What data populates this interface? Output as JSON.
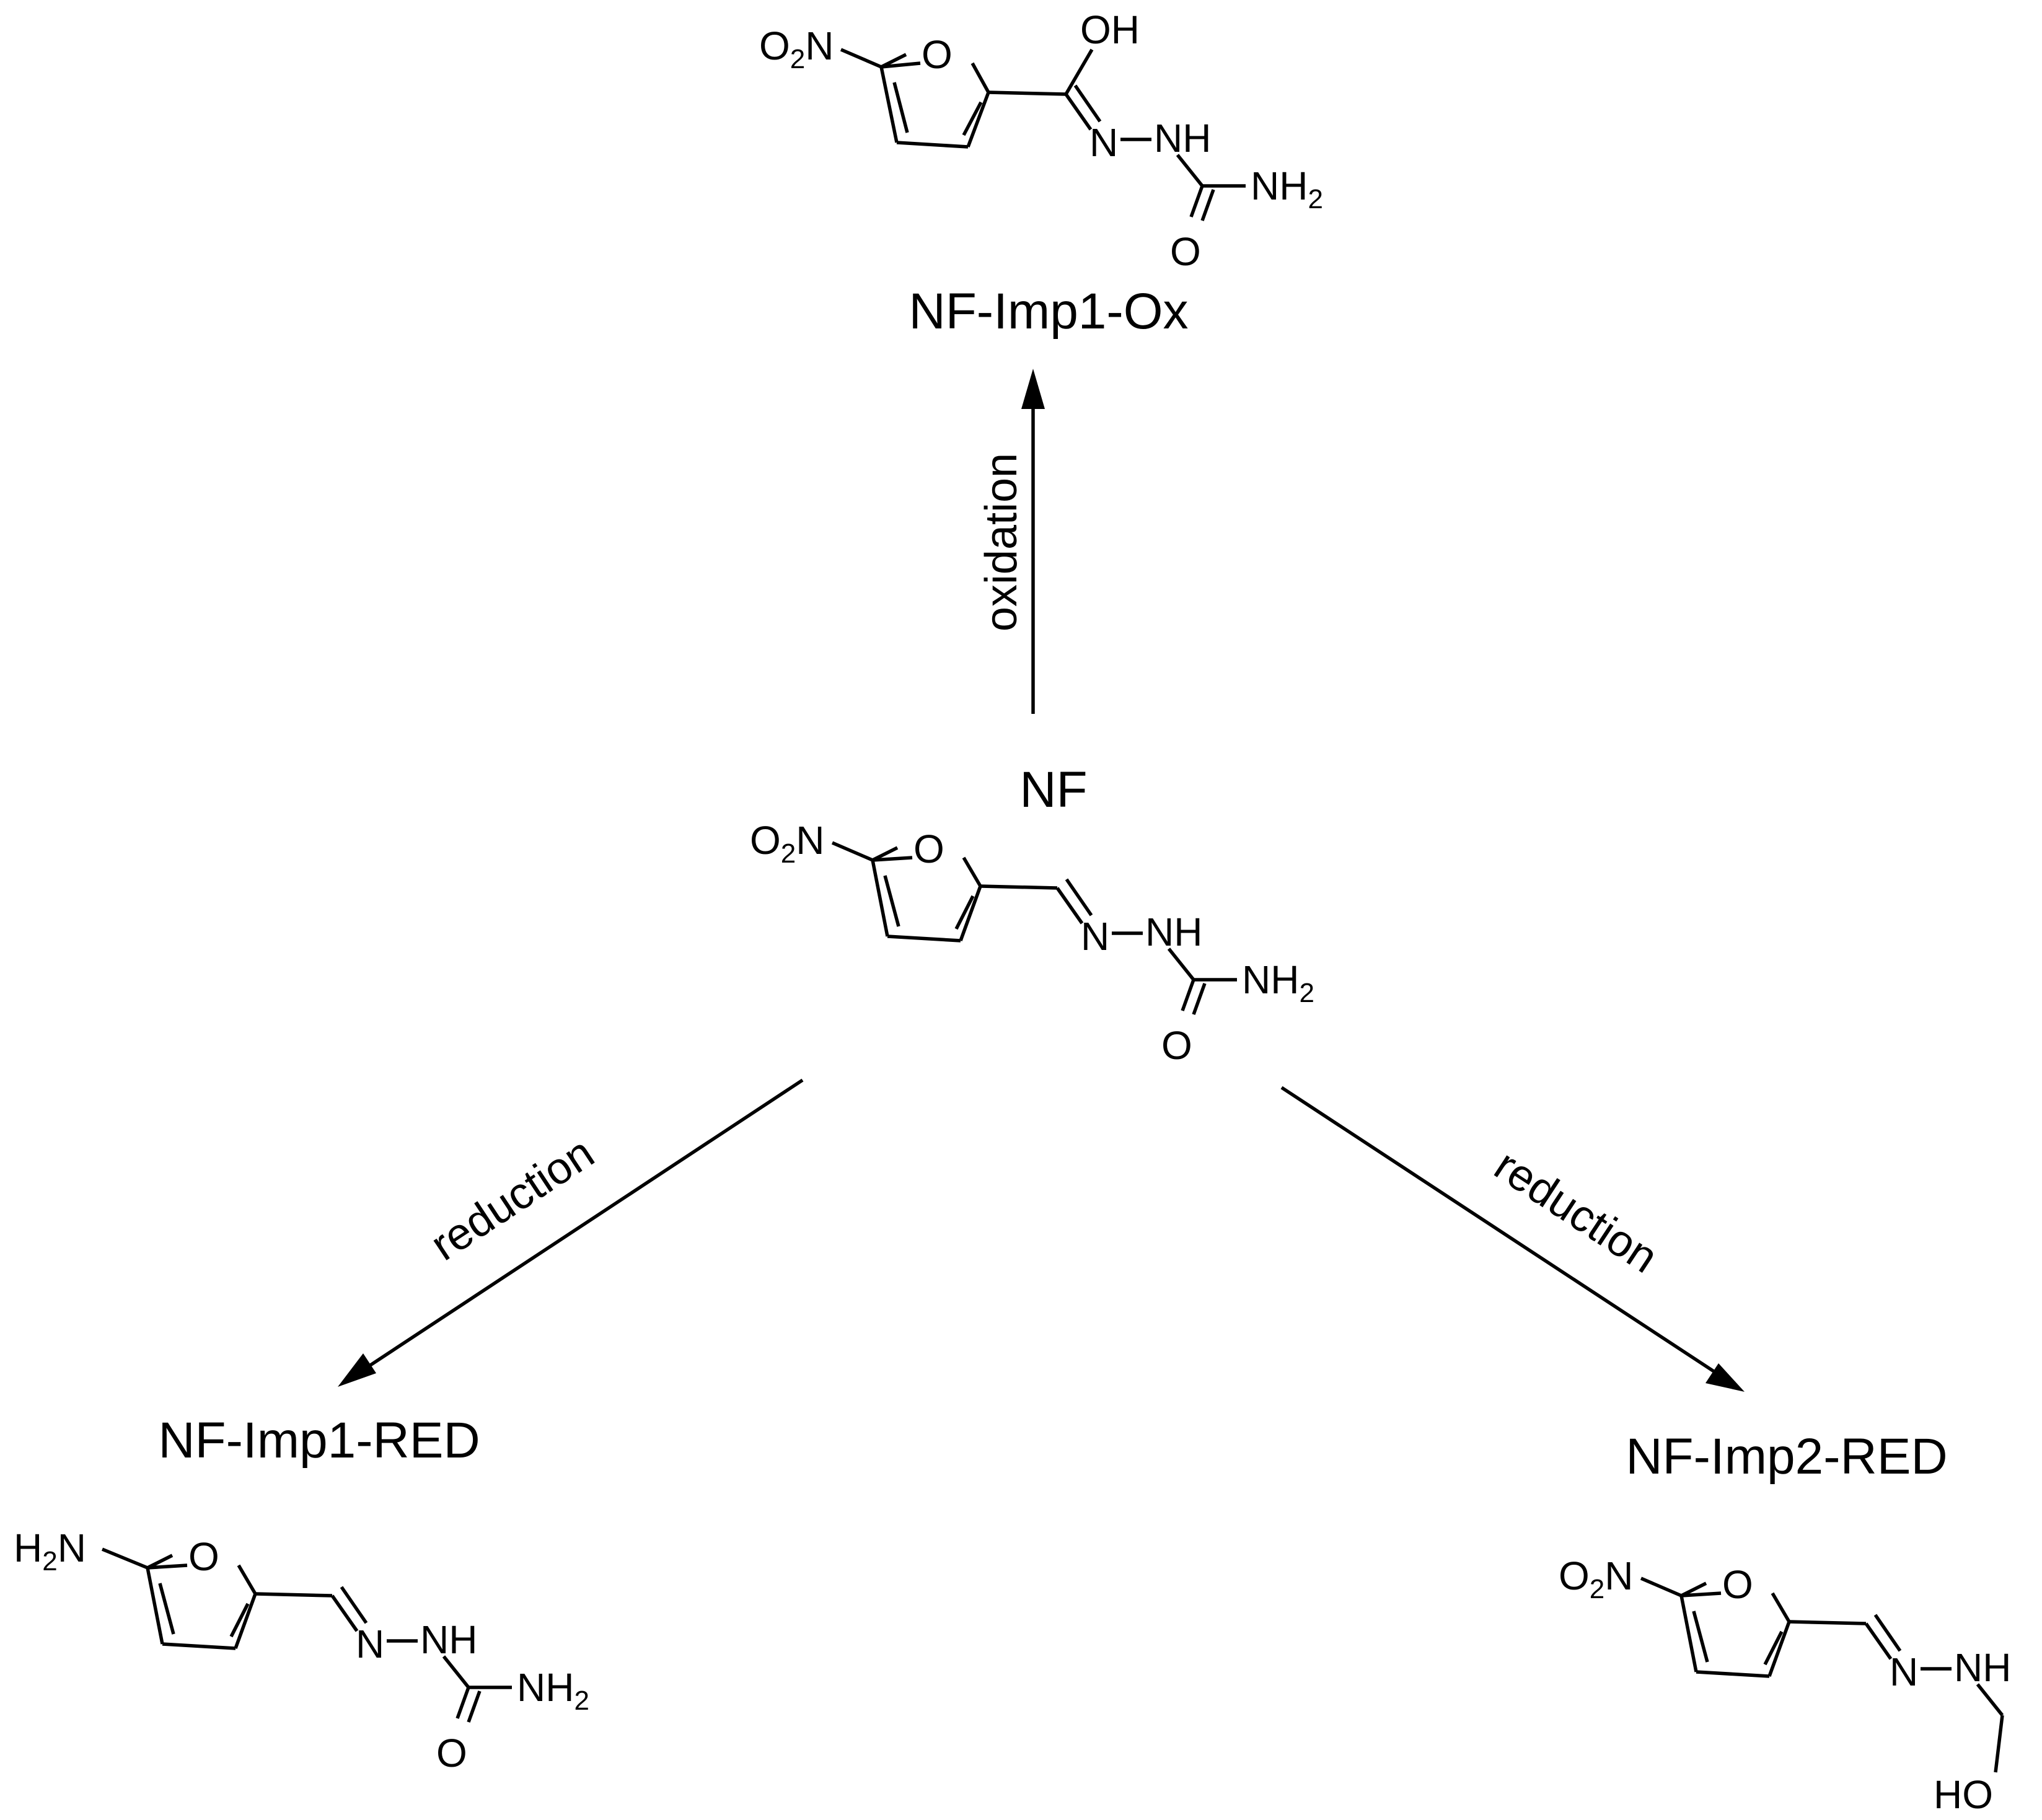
{
  "compounds": {
    "ox": {
      "name": "NF-Imp1-Ox",
      "left_group": "O2N",
      "ring_o": "O",
      "hydroxyl": "OH",
      "imine_n": "N",
      "nh": "NH",
      "carbonyl_o": "O",
      "terminal": "NH2"
    },
    "nf": {
      "name": "NF",
      "left_group": "O2N",
      "ring_o": "O",
      "imine_n": "N",
      "nh": "NH",
      "carbonyl_o": "O",
      "terminal": "NH2"
    },
    "red1": {
      "name": "NF-Imp1-RED",
      "left_group": "H2N",
      "ring_o": "O",
      "imine_n": "N",
      "nh": "NH",
      "carbonyl_o": "O",
      "terminal": "NH2"
    },
    "red2": {
      "name": "NF-Imp2-RED",
      "left_group": "O2N",
      "ring_o": "O",
      "imine_n": "N",
      "nh": "NH",
      "terminal": "HO"
    }
  },
  "arrows": {
    "up": "oxidation",
    "down_left": "reduction",
    "down_right": "reduction"
  }
}
